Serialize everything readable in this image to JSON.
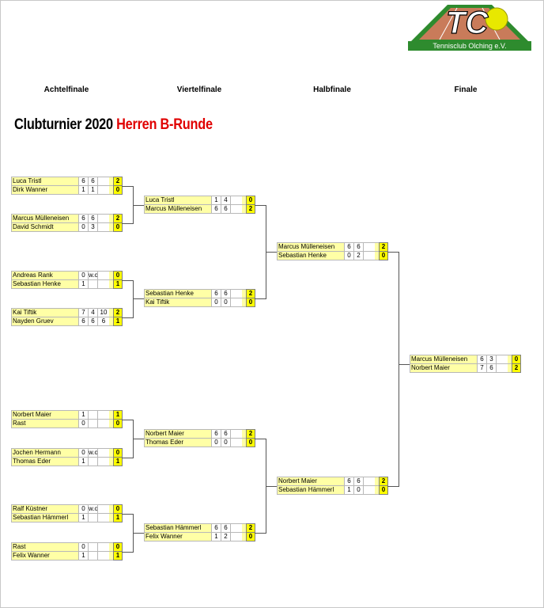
{
  "header": {
    "title_part1": "Clubturnier 2020",
    "title_part2": "Herren B-Runde",
    "logo_text": "TC",
    "club_name": "Tennisclub Olching e.V."
  },
  "rounds": [
    "Achtelfinale",
    "Viertelfinale",
    "Halbfinale",
    "Finale"
  ],
  "matches": {
    "r16": [
      {
        "p1": {
          "name": "Luca Tristl",
          "s": [
            "6",
            "6",
            ""
          ],
          "r": "2"
        },
        "p2": {
          "name": "Dirk Wanner",
          "s": [
            "1",
            "1",
            ""
          ],
          "r": "0"
        }
      },
      {
        "p1": {
          "name": "Marcus Mülleneisen",
          "s": [
            "6",
            "6",
            ""
          ],
          "r": "2"
        },
        "p2": {
          "name": "David Schmidt",
          "s": [
            "0",
            "3",
            ""
          ],
          "r": "0"
        }
      },
      {
        "p1": {
          "name": "Andreas Rank",
          "s": [
            "0",
            "w.o.",
            ""
          ],
          "r": "0"
        },
        "p2": {
          "name": "Sebastian Henke",
          "s": [
            "1",
            "",
            ""
          ],
          "r": "1"
        }
      },
      {
        "p1": {
          "name": "Kai Tiftik",
          "s": [
            "7",
            "4",
            "10"
          ],
          "r": "2"
        },
        "p2": {
          "name": "Nayden Gruev",
          "s": [
            "6",
            "6",
            "6"
          ],
          "r": "1"
        }
      },
      {
        "p1": {
          "name": "Norbert Maier",
          "s": [
            "1",
            "",
            ""
          ],
          "r": "1"
        },
        "p2": {
          "name": "Rast",
          "s": [
            "0",
            "",
            ""
          ],
          "r": "0"
        }
      },
      {
        "p1": {
          "name": "Jochen Hermann",
          "s": [
            "0",
            "w.o.",
            ""
          ],
          "r": "0"
        },
        "p2": {
          "name": "Thomas Eder",
          "s": [
            "1",
            "",
            ""
          ],
          "r": "1"
        }
      },
      {
        "p1": {
          "name": "Ralf Küstner",
          "s": [
            "0",
            "w.o.",
            ""
          ],
          "r": "0"
        },
        "p2": {
          "name": "Sebastian Hämmerl",
          "s": [
            "1",
            "",
            ""
          ],
          "r": "1"
        }
      },
      {
        "p1": {
          "name": "Rast",
          "s": [
            "0",
            "",
            ""
          ],
          "r": "0"
        },
        "p2": {
          "name": "Felix Wanner",
          "s": [
            "1",
            "",
            ""
          ],
          "r": "1"
        }
      }
    ],
    "qf": [
      {
        "p1": {
          "name": "Luca Tristl",
          "s": [
            "1",
            "4",
            ""
          ],
          "r": "0"
        },
        "p2": {
          "name": "Marcus Mülleneisen",
          "s": [
            "6",
            "6",
            ""
          ],
          "r": "2"
        }
      },
      {
        "p1": {
          "name": "Sebastian Henke",
          "s": [
            "6",
            "6",
            ""
          ],
          "r": "2"
        },
        "p2": {
          "name": "Kai Tiftik",
          "s": [
            "0",
            "0",
            ""
          ],
          "r": "0"
        }
      },
      {
        "p1": {
          "name": "Norbert Maier",
          "s": [
            "6",
            "6",
            ""
          ],
          "r": "2"
        },
        "p2": {
          "name": "Thomas Eder",
          "s": [
            "0",
            "0",
            ""
          ],
          "r": "0"
        }
      },
      {
        "p1": {
          "name": "Sebastian Hämmerl",
          "s": [
            "6",
            "6",
            ""
          ],
          "r": "2"
        },
        "p2": {
          "name": "Felix Wanner",
          "s": [
            "1",
            "2",
            ""
          ],
          "r": "0"
        }
      }
    ],
    "sf": [
      {
        "p1": {
          "name": "Marcus Mülleneisen",
          "s": [
            "6",
            "6",
            ""
          ],
          "r": "2"
        },
        "p2": {
          "name": "Sebastian Henke",
          "s": [
            "0",
            "2",
            ""
          ],
          "r": "0"
        }
      },
      {
        "p1": {
          "name": "Norbert Maier",
          "s": [
            "6",
            "6",
            ""
          ],
          "r": "2"
        },
        "p2": {
          "name": "Sebastian Hämmerl",
          "s": [
            "1",
            "0",
            ""
          ],
          "r": "0"
        }
      }
    ],
    "final": [
      {
        "p1": {
          "name": "Marcus Mülleneisen",
          "s": [
            "6",
            "3",
            ""
          ],
          "r": "0"
        },
        "p2": {
          "name": "Norbert Maier",
          "s": [
            "7",
            "6",
            ""
          ],
          "r": "2"
        }
      }
    ]
  },
  "colors": {
    "name_bg": "#ffffa6",
    "result_bg": "#ffff00",
    "title_red": "#e00000",
    "logo_green": "#2e8b2e",
    "logo_clay": "#c97b5a"
  }
}
